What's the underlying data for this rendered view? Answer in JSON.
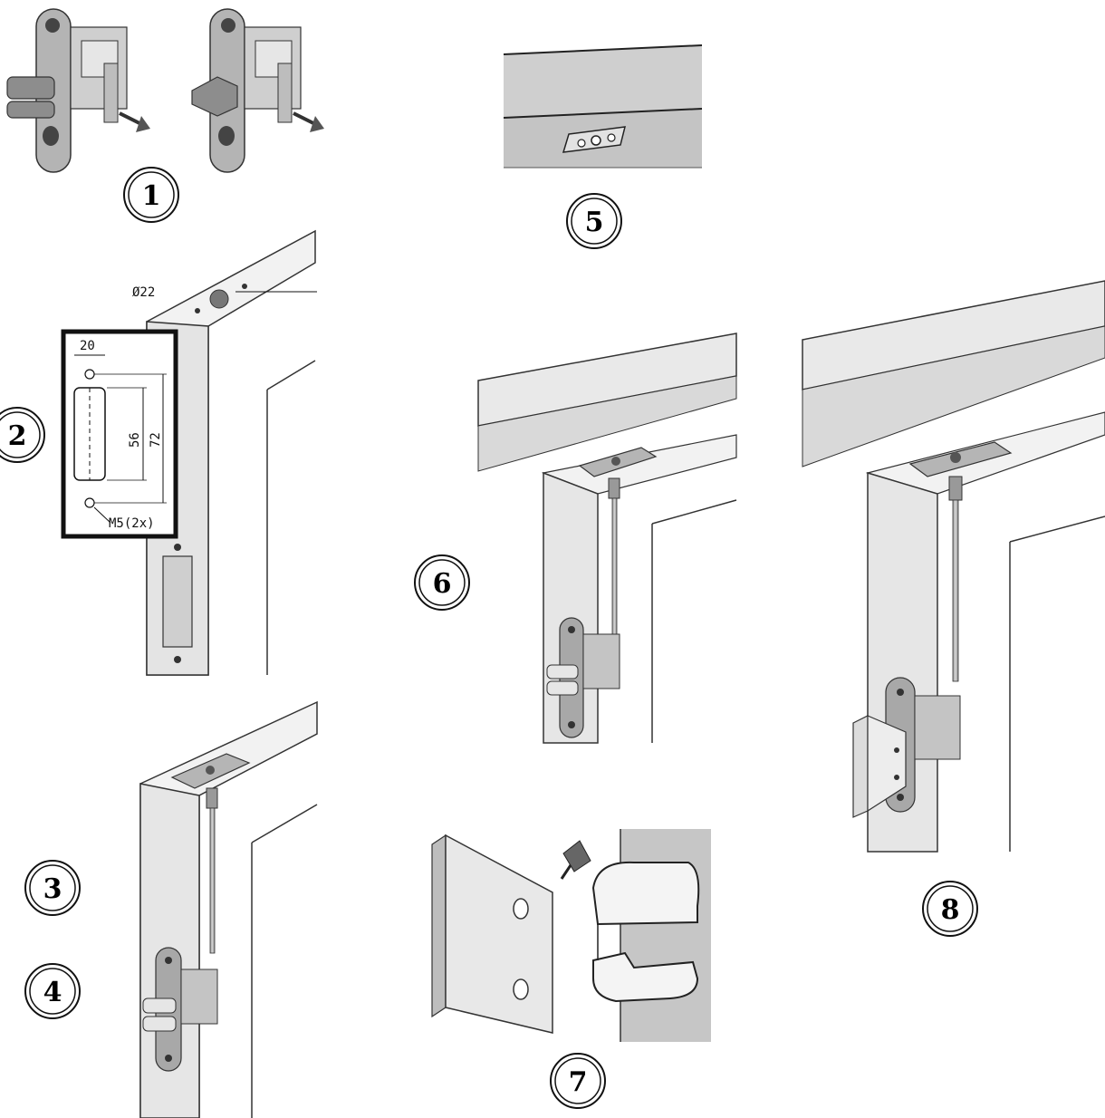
{
  "steps": [
    {
      "number": "1"
    },
    {
      "number": "2"
    },
    {
      "number": "3"
    },
    {
      "number": "4"
    },
    {
      "number": "5"
    },
    {
      "number": "6"
    },
    {
      "number": "7"
    },
    {
      "number": "8"
    }
  ],
  "dimensions": {
    "hole_diameter": "Ø22",
    "width": "20",
    "inner_height": "56",
    "outer_height": "72",
    "screw_spec": "M5(2x)"
  }
}
